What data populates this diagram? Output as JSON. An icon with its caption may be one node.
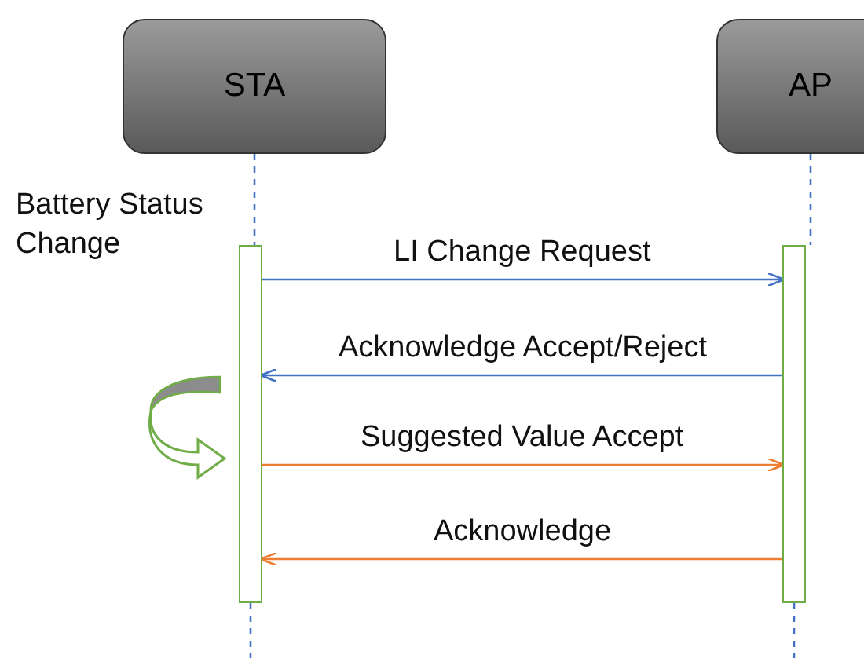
{
  "diagram": {
    "nodes": [
      {
        "text": [
          "STA"
        ]
      },
      {
        "text": [
          "AP"
        ]
      },
      {
        "text": [],
        "shape": "bar"
      },
      {
        "text": [],
        "shape": "bar"
      }
    ],
    "edges": [
      {
        "from": 0,
        "to": 2,
        "arrow": "none",
        "style": "dashed",
        "color": "#4472c4"
      },
      {
        "from": 2,
        "to": null,
        "arrow": "none",
        "style": "dashed",
        "color": "#4472c4"
      },
      {
        "from": 1,
        "to": 3,
        "arrow": "none",
        "style": "dashed",
        "color": "#4472c4"
      },
      {
        "from": 3,
        "to": null,
        "arrow": "none",
        "style": "dashed",
        "color": "#4472c4"
      },
      {
        "from": 2,
        "to": 3,
        "arrow": "to",
        "label": "LI Change Request",
        "color": "#4472c4"
      },
      {
        "from": 3,
        "to": 2,
        "arrow": "to",
        "label": "Acknowledge Accept/Reject",
        "color": "#4472c4"
      },
      {
        "from": 2,
        "to": 3,
        "arrow": "to",
        "label": "Suggested Value Accept",
        "color": "#ed7d31"
      },
      {
        "from": 3,
        "to": 2,
        "arrow": "to",
        "label": "Acknowledge",
        "color": "#ed7d31"
      }
    ],
    "labels": [
      "Battery Status Change"
    ]
  }
}
